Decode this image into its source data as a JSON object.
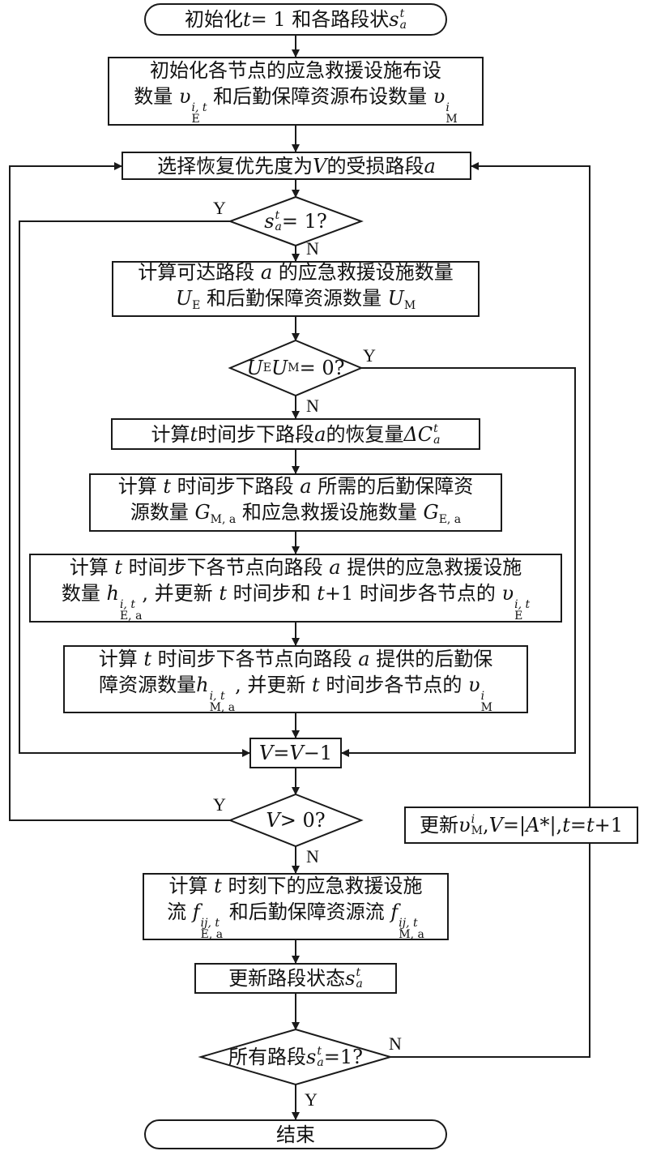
{
  "nodes": {
    "start": [
      "初始化 ",
      "t",
      " = 1 和各路段状 ",
      "s",
      "t",
      "a"
    ],
    "init1": [
      "初始化各节点的应急救援设施布设"
    ],
    "init2": [
      "数量 ",
      "υ",
      "i, t",
      "E",
      " 和后勤保障资源布设数量 ",
      "υ",
      "i",
      "M"
    ],
    "select": [
      "选择恢复优先度为 ",
      "V",
      " 的受损路段 ",
      "a"
    ],
    "d1": [
      "s",
      "t",
      "a",
      " = 1?"
    ],
    "calc_u1": [
      "计算可达路段 ",
      "a",
      " 的应急救援设施数量"
    ],
    "calc_u2": [
      "U",
      "E",
      " 和后勤保障资源数量 ",
      "U",
      "M"
    ],
    "d2": [
      "U",
      "E",
      "U",
      "M",
      " = 0?"
    ],
    "recovery": [
      "计算 ",
      "t",
      " 时间步下路段 ",
      "a",
      " 的恢复量 ",
      "ΔC",
      "t",
      "a"
    ],
    "need1": [
      "计算 ",
      "t",
      " 时间步下路段 ",
      "a",
      " 所需的后勤保障资"
    ],
    "need2": [
      "源数量 ",
      "G",
      "M, a",
      " 和应急救援设施数量 ",
      "G",
      "E, a"
    ],
    "h1a": [
      "计算 ",
      "t",
      " 时间步下各节点向路段 ",
      "a",
      " 提供的应急救援设施"
    ],
    "h1b": [
      "数量 ",
      "h",
      "i, t",
      "E, a",
      ", 并更新 ",
      "t",
      " 时间步和 ",
      "t",
      "+1 时间步各节点的 ",
      "υ",
      "i, t",
      "E"
    ],
    "h2a": [
      "计算 ",
      "t",
      " 时间步下各节点向路段 ",
      "a",
      " 提供的后勤保"
    ],
    "h2b": [
      "障资源数量",
      "h",
      "i, t",
      "M, a",
      ", 并更新 ",
      "t",
      " 时间步各节点的 ",
      "υ",
      "i",
      "M"
    ],
    "vdec": [
      "V",
      " = ",
      "V",
      "−1"
    ],
    "d3": [
      "V",
      " > 0?"
    ],
    "update": [
      "更新 ",
      "υ",
      "i",
      "M",
      ", ",
      "V",
      " = ",
      "|A*|",
      ", ",
      "t",
      " = ",
      "t",
      "+1"
    ],
    "flow1": [
      "计算 ",
      "t",
      " 时刻下的应急救援设施"
    ],
    "flow2": [
      "流 ",
      "f",
      "ij, t",
      "E, a",
      " 和后勤保障资源流 ",
      "f",
      "ij, t",
      "M, a"
    ],
    "state": [
      "更新路段状态 ",
      "s",
      "t",
      "a"
    ],
    "d4": [
      "所有路段 ",
      "s",
      "t",
      "a",
      "=1?"
    ],
    "end": [
      "结束"
    ]
  },
  "labels": {
    "y": "Y",
    "n": "N"
  },
  "colors": {
    "stroke": "#1a1a1a",
    "text": "#111111",
    "background": "#ffffff"
  }
}
